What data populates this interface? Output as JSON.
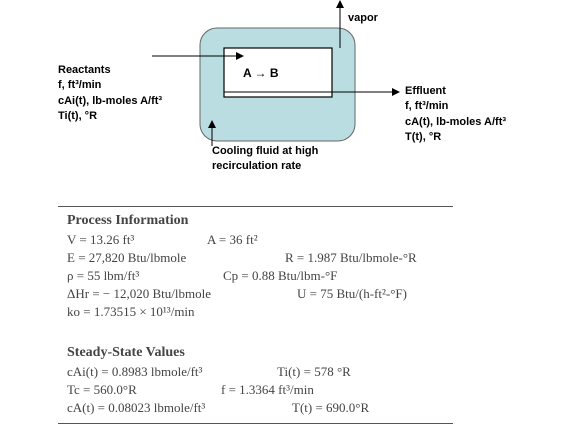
{
  "diagram": {
    "vapor": "vapor",
    "reaction": "A → B",
    "reactants": [
      "Reactants",
      "f, ft³/min",
      "cAi(t), lb-moles A/ft³",
      "Ti(t), °R"
    ],
    "effluent": [
      "Effluent",
      "f, ft³/min",
      "cA(t), lb-moles A/ft³",
      "T(t), °R"
    ],
    "cooling": [
      "Cooling fluid at high",
      "recirculation rate"
    ]
  },
  "process_info": {
    "title": "Process Information",
    "rows": [
      [
        "V = 13.26 ft³",
        "A = 36 ft²"
      ],
      [
        "E = 27,820 Btu/lbmole",
        "R = 1.987 Btu/lbmole-°R"
      ],
      [
        "ρ = 55 lbm/ft³",
        "Cp = 0.88 Btu/lbm-°F"
      ],
      [
        "ΔHr = − 12,020 Btu/lbmole",
        "U = 75 Btu/(h-ft²-°F)"
      ],
      [
        "ko = 1.73515 × 10¹³/min",
        ""
      ]
    ]
  },
  "steady_state": {
    "title": "Steady-State Values",
    "rows": [
      [
        "cAi(t) = 0.8983 lbmole/ft³",
        "Ti(t) = 578 °R"
      ],
      [
        "Tc = 560.0°R",
        "f = 1.3364 ft³/min"
      ],
      [
        "cA(t) = 0.08023 lbmole/ft³",
        "T(t) = 690.0°R"
      ]
    ]
  },
  "colors": {
    "jacket_fill": "#b9dde1",
    "line": "#000000",
    "table_text": "#444444"
  }
}
